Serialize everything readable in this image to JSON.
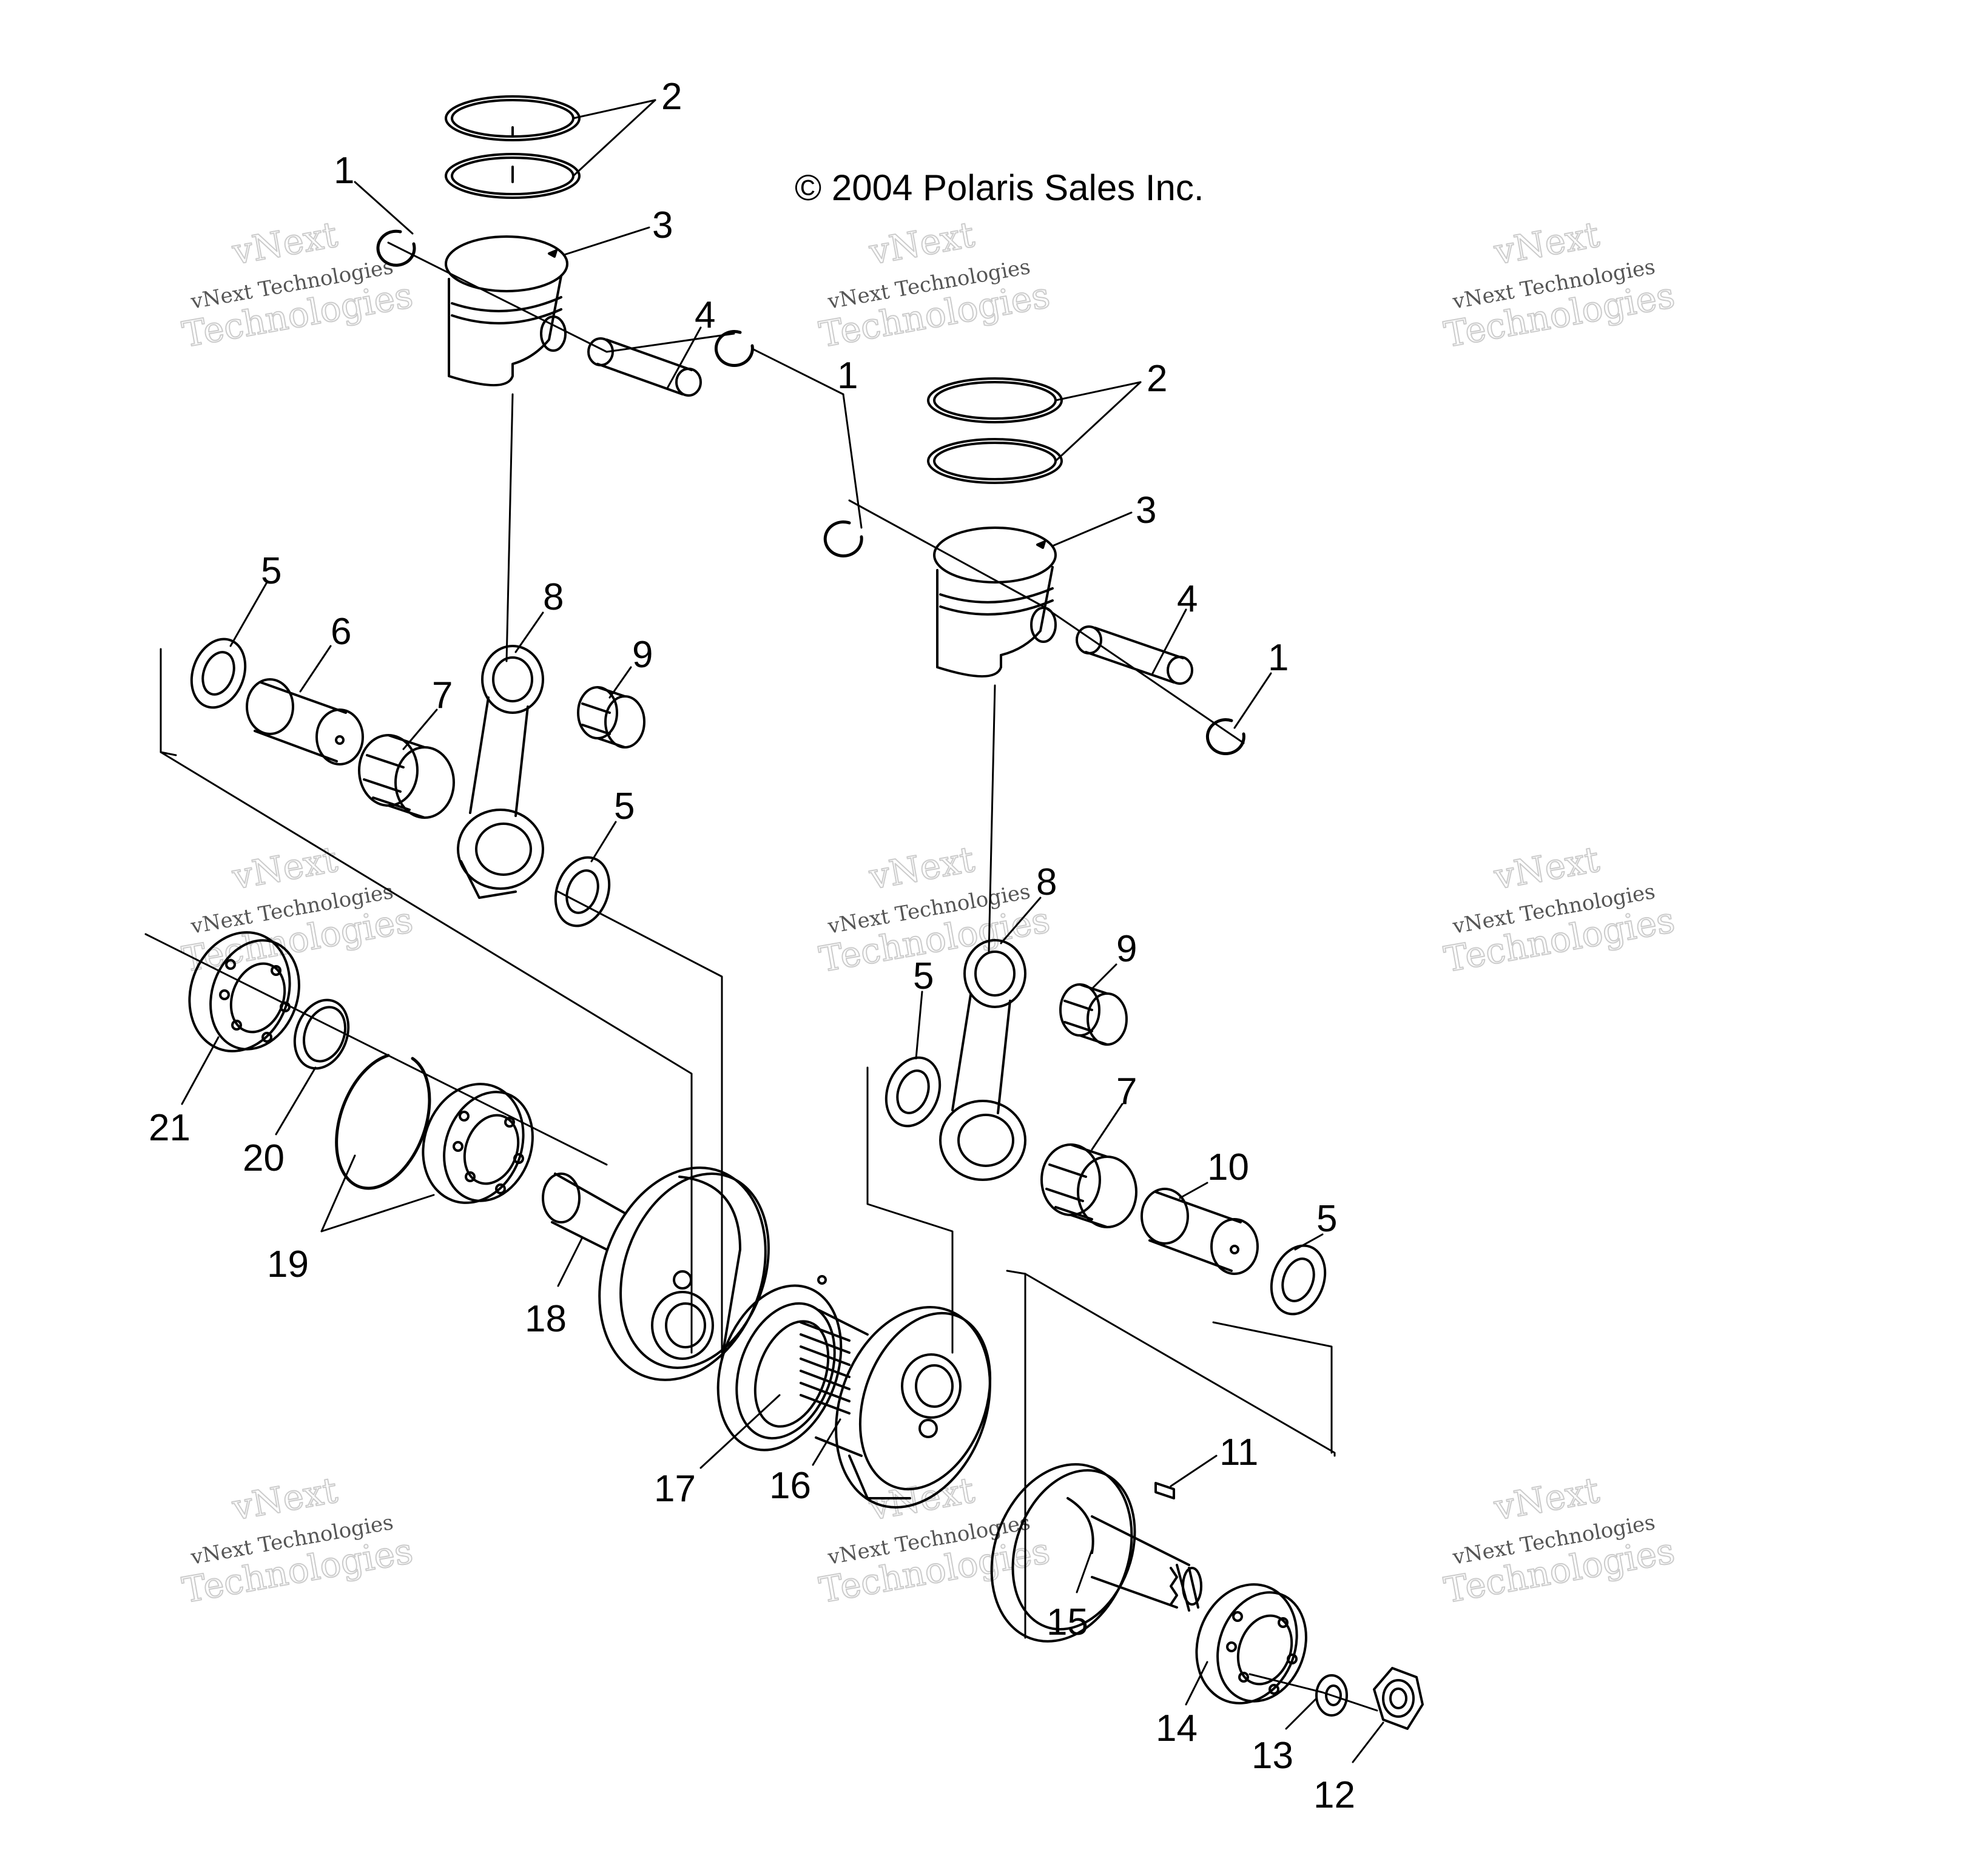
{
  "copyright": "© 2004 Polaris Sales Inc.",
  "watermark": {
    "line1": "vNext",
    "line2": "vNext Technologies",
    "line3": "Technologies"
  },
  "callouts": [
    {
      "id": "c1a",
      "label": "1"
    },
    {
      "id": "c2a",
      "label": "2"
    },
    {
      "id": "c3a",
      "label": "3"
    },
    {
      "id": "c4a",
      "label": "4"
    },
    {
      "id": "c1b",
      "label": "1"
    },
    {
      "id": "c2b",
      "label": "2"
    },
    {
      "id": "c3b",
      "label": "3"
    },
    {
      "id": "c4b",
      "label": "4"
    },
    {
      "id": "c1c",
      "label": "1"
    },
    {
      "id": "c5a",
      "label": "5"
    },
    {
      "id": "c6",
      "label": "6"
    },
    {
      "id": "c7a",
      "label": "7"
    },
    {
      "id": "c8a",
      "label": "8"
    },
    {
      "id": "c9a",
      "label": "9"
    },
    {
      "id": "c5b",
      "label": "5"
    },
    {
      "id": "c8b",
      "label": "8"
    },
    {
      "id": "c9b",
      "label": "9"
    },
    {
      "id": "c5c",
      "label": "5"
    },
    {
      "id": "c7b",
      "label": "7"
    },
    {
      "id": "c10",
      "label": "10"
    },
    {
      "id": "c5d",
      "label": "5"
    },
    {
      "id": "c21",
      "label": "21"
    },
    {
      "id": "c20",
      "label": "20"
    },
    {
      "id": "c19",
      "label": "19"
    },
    {
      "id": "c18",
      "label": "18"
    },
    {
      "id": "c17",
      "label": "17"
    },
    {
      "id": "c16",
      "label": "16"
    },
    {
      "id": "c11",
      "label": "11"
    },
    {
      "id": "c15",
      "label": "15"
    },
    {
      "id": "c14",
      "label": "14"
    },
    {
      "id": "c13",
      "label": "13"
    },
    {
      "id": "c12",
      "label": "12"
    }
  ]
}
